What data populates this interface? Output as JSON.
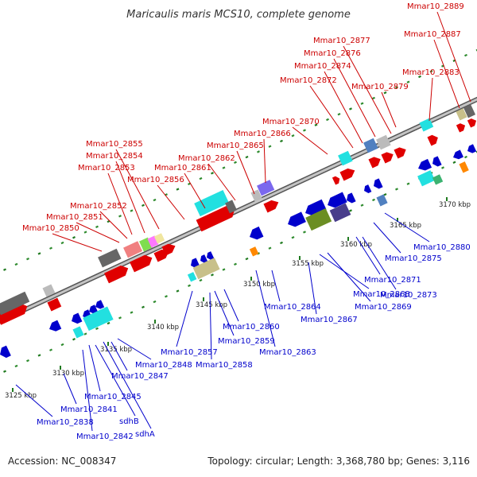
{
  "title": "Maricaulis maris MCS10, complete genome",
  "footer": {
    "accession": "Accession: NC_008347",
    "summary": "Topology: circular; Length: 3,368,780 bp; Genes: 3,116"
  },
  "colors": {
    "forward_label": "#cc0000",
    "reverse_label": "#0000cc",
    "axis": "#999999",
    "tick_dot": "#2e8b2e"
  },
  "ticks": [
    "3125 kbp",
    "3130 kbp",
    "3135 kbp",
    "3140 kbp",
    "3145 kbp",
    "3150 kbp",
    "3155 kbp",
    "3160 kbp",
    "3165 kbp",
    "3170 kbp"
  ],
  "forward_labels": [
    "Mmar10_2850",
    "Mmar10_2851",
    "Mmar10_2852",
    "Mmar10_2853",
    "Mmar10_2854",
    "Mmar10_2855",
    "Mmar10_2856",
    "Mmar10_2861",
    "Mmar10_2862",
    "Mmar10_2865",
    "Mmar10_2866",
    "Mmar10_2870",
    "Mmar10_2872",
    "Mmar10_2874",
    "Mmar10_2876",
    "Mmar10_2877",
    "Mmar10_2879",
    "Mmar10_2883",
    "Mmar10_2887",
    "Mmar10_2889"
  ],
  "reverse_labels": [
    "Mmar10_2838",
    "Mmar10_2841",
    "Mmar10_2842",
    "Mmar10_2845",
    "sdhB",
    "sdhA",
    "Mmar10_2847",
    "Mmar10_2848",
    "Mmar10_2857",
    "Mmar10_2858",
    "Mmar10_2859",
    "Mmar10_2860",
    "Mmar10_2863",
    "Mmar10_2864",
    "Mmar10_2867",
    "Mmar10_2868",
    "Mmar10_2869",
    "Mmar10_2871",
    "Mmar10_2873",
    "Mmar10_2875",
    "Mmar10_2880"
  ]
}
